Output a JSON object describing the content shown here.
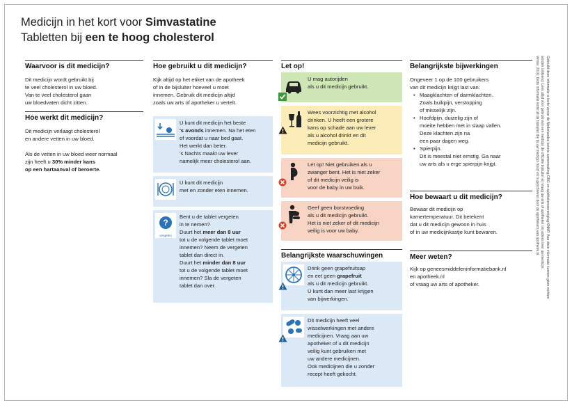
{
  "title": {
    "line1_plain": "Medicijn in het kort voor ",
    "line1_bold": "Simvastatine",
    "line2_plain": "Tabletten bij ",
    "line2_bold": "een te hoog cholesterol"
  },
  "col1": {
    "h1": "Waarvoor is dit medicijn?",
    "p1": [
      "Dit medicijn wordt gebruikt bij",
      "te veel cholesterol in uw bloed.",
      "Van te veel cholesterol gaan",
      "uw bloedvaten dicht zitten."
    ],
    "h2": "Hoe werkt dit medicijn?",
    "p2": [
      "Dit medicijn verlaagt cholesterol",
      "en andere vetten in uw bloed."
    ],
    "p3_1": "Als de vetten in uw bloed weer normaal",
    "p3_2_plain": "zijn heeft u ",
    "p3_2_bold": "30% minder kans",
    "p3_3_bold": "op een hartaanval of beroerte."
  },
  "col2": {
    "h": "Hoe gebruikt u dit medicijn?",
    "intro": [
      "Kijk altijd op het etiket van de apotheek",
      "of in de bijsluiter hoeveel u moet",
      "innemen. Gebruik dit medicijn altijd",
      "zoals uw arts of apotheker u vertelt."
    ],
    "b1_l1": "U kunt dit medicijn het beste",
    "b1_l2_bold": "'s avonds",
    "b1_l2_rest": " innemen. Na het eten",
    "b1_rest": [
      "of voordat u naar bed gaat.",
      "Het werkt dan beter.",
      "'s Nachts maakt uw lever",
      "namelijk meer cholesterol aan."
    ],
    "b2": [
      "U kunt dit medicijn",
      "met en zonder eten innemen."
    ],
    "b3_pre": [
      "Bent u de tablet vergeten",
      "in te nemen?"
    ],
    "b3_l3_plain": "Duurt het ",
    "b3_l3_bold": "meer dan 8 uur",
    "b3_mid": [
      "tot u de volgende tablet moet",
      "innemen? Neem de vergeten",
      "tablet dan direct in."
    ],
    "b3_l7_plain": "Duurt het ",
    "b3_l7_bold": "minder dan 8 uur",
    "b3_post": [
      "tot u de volgende tablet moet",
      "innemen? Sla de vergeten",
      "tablet dan over."
    ],
    "forgot_label": "vergeten"
  },
  "col3": {
    "h1": "Let op!",
    "g": [
      "U mag autorijden",
      "als u dit medicijn gebruikt."
    ],
    "y": [
      "Wees voorzichtig met alcohol",
      "drinken. U heeft een grotere",
      "kans op schade aan uw lever",
      "als u alcohol drinkt en dit",
      "medicijn gebruikt."
    ],
    "r1": [
      "Let op! Niet gebruiken als u",
      "zwanger bent. Het is niet zeker",
      "of dit medicijn veilig is",
      "voor de baby in uw buik."
    ],
    "r2": [
      "Geef geen borstvoeding",
      "als u dit medicijn gebruikt.",
      "Het is niet zeker of dit medicijn",
      "veilig is voor uw baby."
    ],
    "h2": "Belangrijkste waarschuwingen",
    "w1_l1": "Drink geen grapefruitsap",
    "w1_l2_plain": "en eet geen ",
    "w1_l2_bold": "grapefruit",
    "w1_rest": [
      "als u dit medicijn gebruikt.",
      "U kunt dan meer last krijgen",
      "van bijwerkingen."
    ],
    "w2": [
      "Dit medicijn heeft veel",
      "wisselwerkingen met andere",
      "medicijnen. Vraag aan uw",
      "apotheker of u dit medicijn",
      "veilig kunt gebruiken met",
      "uw andere medicijnen.",
      "Ook medicijnen die u zonder",
      "recept heeft gekocht."
    ]
  },
  "col4": {
    "h1": "Belangrijkste bijwerkingen",
    "intro": [
      "Ongeveer 1 op de 100 gebruikers",
      "van dit medicijn krijgt last van:"
    ],
    "bullets": [
      [
        "Maagklachten of darmklachten.",
        "Zoals buikpijn, verstopping",
        "of misselijk zijn."
      ],
      [
        "Hoofdpijn, duizelig zijn of",
        "moeite hebben met in slaap vallen.",
        "Deze klachten zijn na",
        "een paar dagen weg."
      ],
      [
        "Spierpijn.",
        "Dit is meestal niet ernstig. Ga naar",
        "uw arts als u erge spierpijn krijgt."
      ]
    ],
    "h2": "Hoe bewaart u dit medicijn?",
    "p2": [
      "Bewaar dit medicijn op",
      "kamertemperatuur. Dit betekent",
      "dat u dit medicijn gewoon in huis",
      "of in uw medicijnkastje kunt bewaren."
    ],
    "h3": "Meer weten?",
    "p3": [
      "Kijk op geneesmiddeleninformatiebank.nl",
      "en apotheek.nl",
      "of vraag uw arts of apotheker."
    ]
  },
  "sidebar": {
    "lines": [
      "Gebruikt deze informatie is korte versie de Nederlandse kennis samenvatting CBG en apothekersvereniging KNMP. Aan deze informatie kunnen geen rechten",
      "worden ontleend. Lees altijd voor gebruik van een medicijn de officiële bijsluiter en vraag uw arts of apotheker om advies over uw medicijn.",
      "Versie: 2016. Deze informatie komt uit de bijsluiter die bij uw medicijn hoort en is geschreven door de apothekers van apotheek.nl."
    ]
  }
}
